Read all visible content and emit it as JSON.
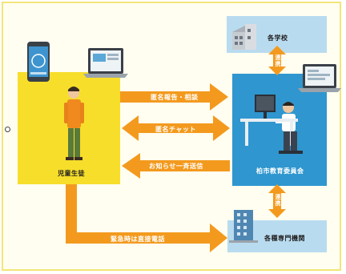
{
  "nodes": {
    "student": "児童生徒",
    "board": "柏市教育委員会",
    "school": "各学校",
    "agencies": "各種専門機関"
  },
  "arrows": {
    "anonymous_report": "匿名報告・相談",
    "anonymous_chat": "匿名チャット",
    "notice_broadcast": "お知らせ一斉送信",
    "emergency_call": "緊急時は直接電話",
    "link_school": "連携",
    "link_agencies": "連携"
  },
  "colors": {
    "student_panel": "#f7de2a",
    "board_panel": "#2f96cf",
    "arrow": "#f39a1e",
    "light_box": "#b9dbef",
    "frame": "#f3e57a"
  }
}
